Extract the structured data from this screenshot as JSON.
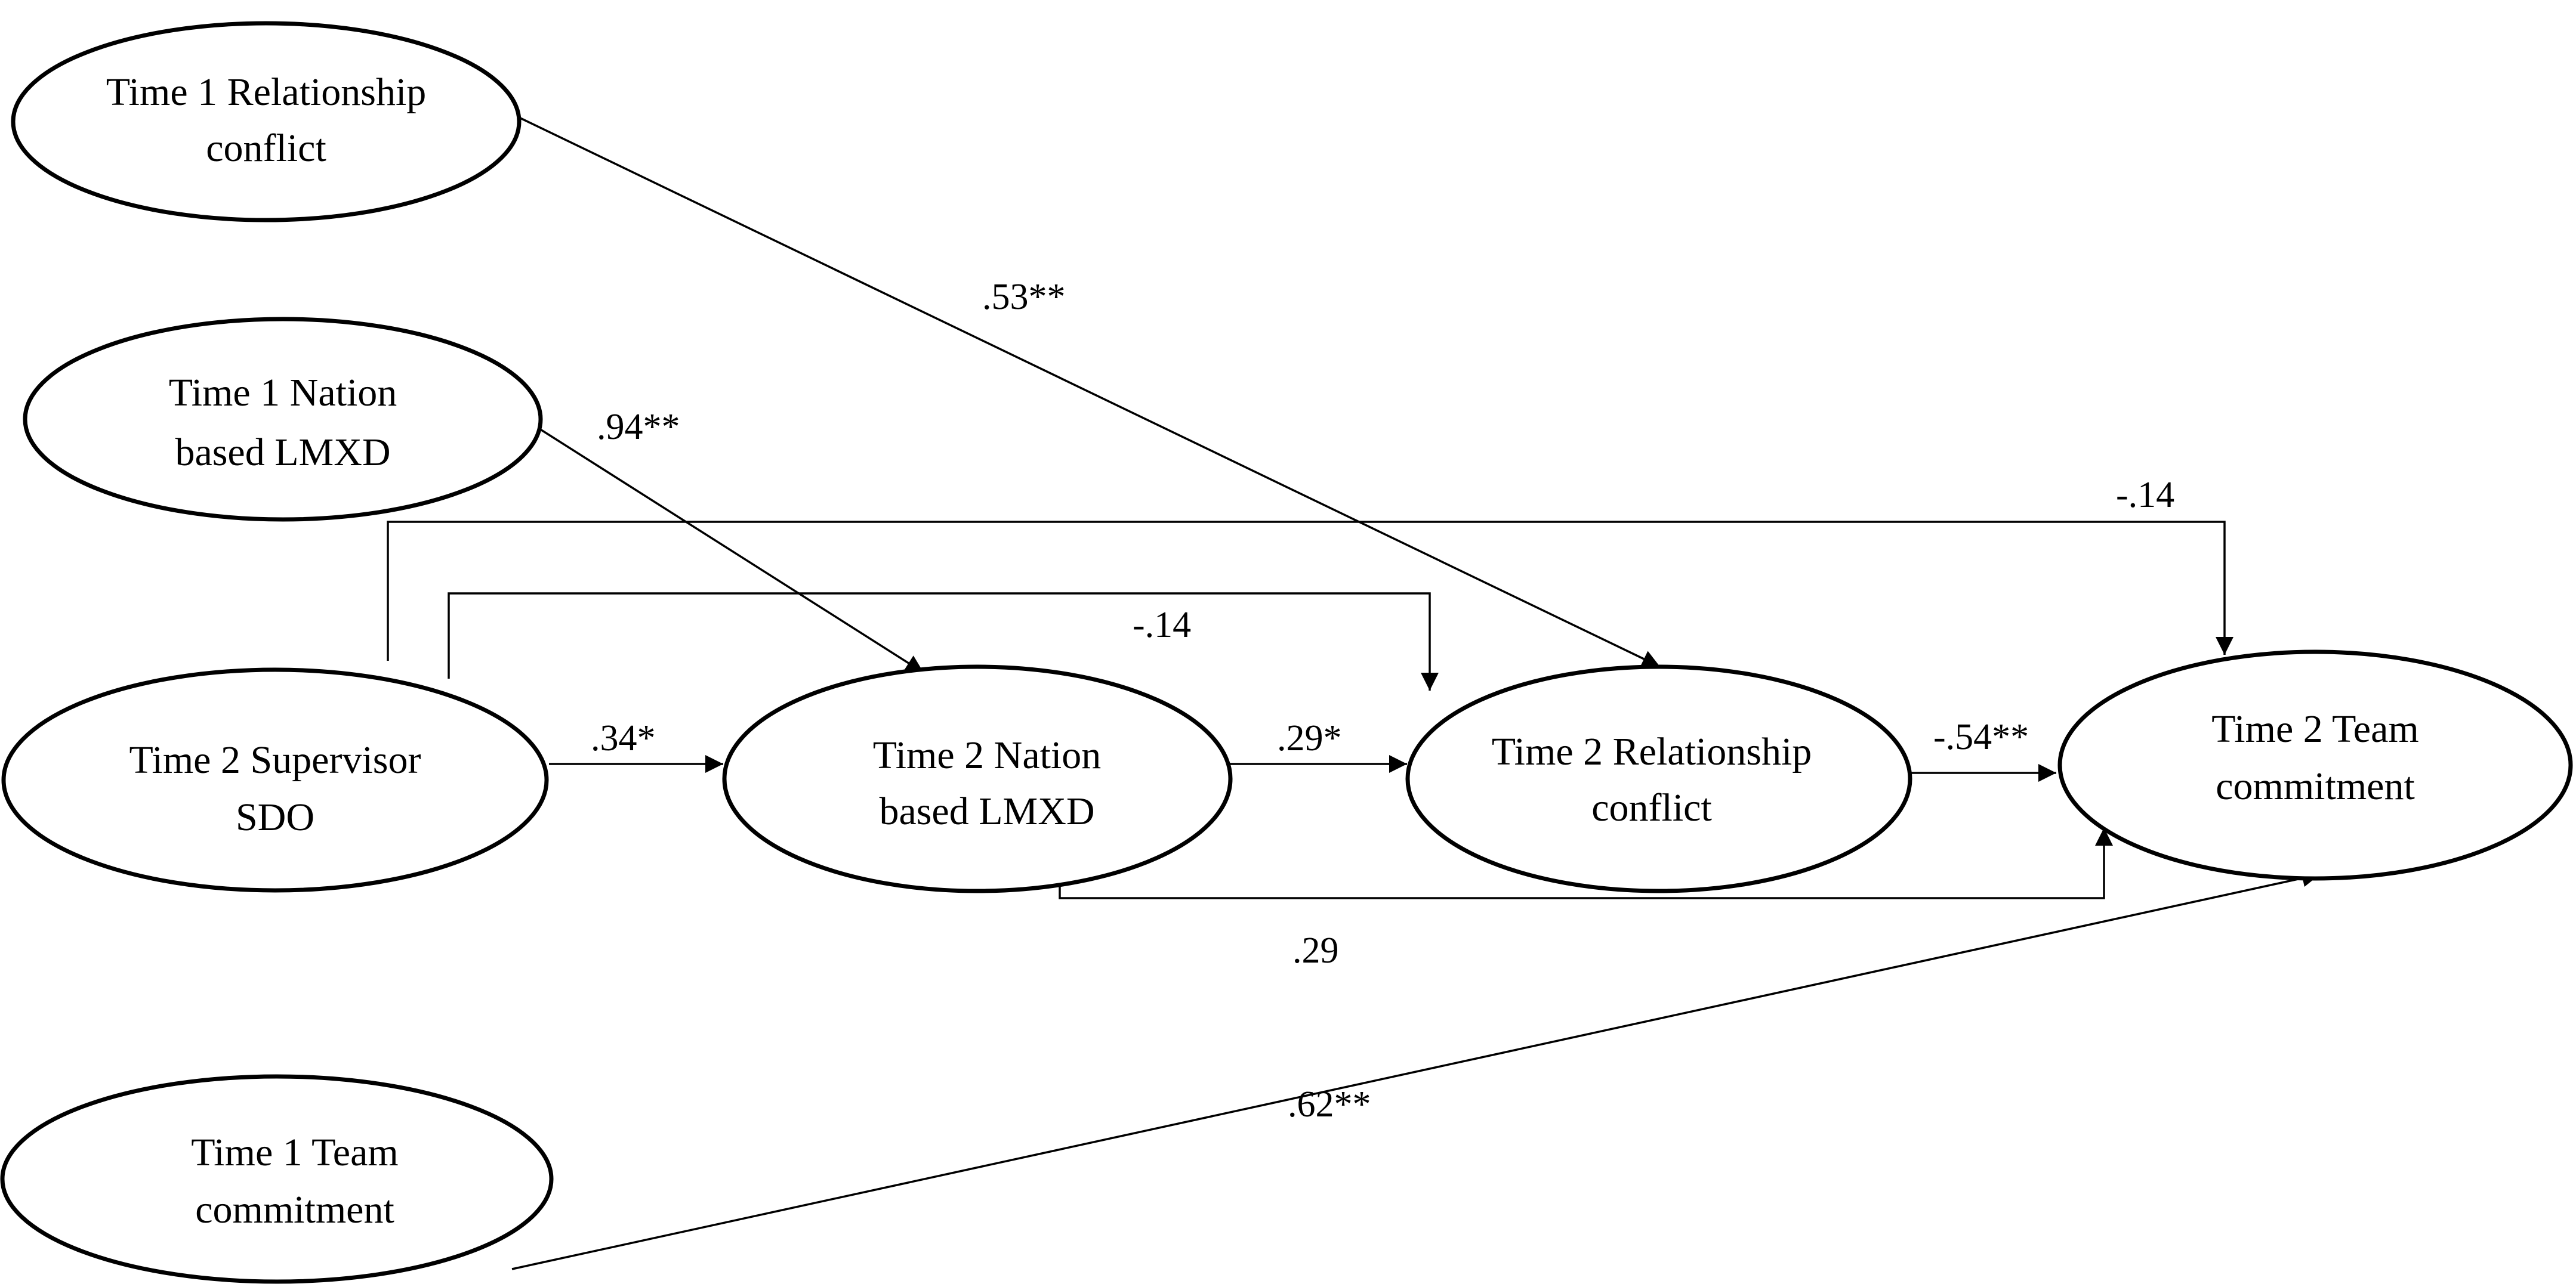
{
  "nodes": {
    "t1_relationship_conflict": {
      "line1": "Time 1 Relationship",
      "line2": "conflict"
    },
    "t1_nation_lmxd": {
      "line1": "Time 1 Nation",
      "line2": "based LMXD"
    },
    "t2_supervisor_sdo": {
      "line1": "Time 2 Supervisor",
      "line2": "SDO"
    },
    "t2_nation_lmxd": {
      "line1": "Time 2 Nation",
      "line2": "based LMXD"
    },
    "t2_relationship_conflict": {
      "line1": "Time 2 Relationship",
      "line2": "conflict"
    },
    "t2_team_commitment": {
      "line1": "Time 2 Team",
      "line2": "commitment"
    },
    "t1_team_commitment": {
      "line1": "Time 1 Team",
      "line2": "commitment"
    }
  },
  "edges": {
    "t1rc_to_t2rc": ".53**",
    "t1lmxd_to_t2lmxd": ".94**",
    "sdo_to_t2tc": "-.14",
    "sdo_to_t2rc": "-.14",
    "sdo_to_t2lmxd": ".34*",
    "t2lmxd_to_t2rc": ".29*",
    "t2rc_to_t2tc": "-.54**",
    "t2lmxd_to_t2tc": ".29",
    "t1tc_to_t2tc": ".62**"
  }
}
